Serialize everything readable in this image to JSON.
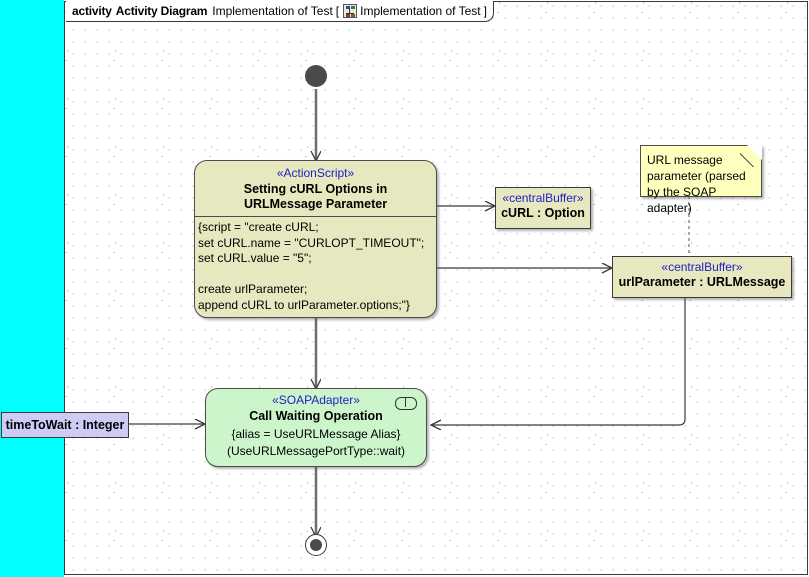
{
  "frame": {
    "keyword": "activity",
    "diagram_type": "Activity Diagram",
    "name": "Implementation of Test",
    "bracket_open": "[",
    "icon": "diagram-tree-icon",
    "context_name": "Implementation of Test",
    "bracket_close": "]"
  },
  "colors": {
    "selection_band": "#00ffff",
    "action_fill": "#e8e8c0",
    "soap_fill": "#ccf5cc",
    "buffer_fill": "#e8e8c0",
    "parameter_fill": "#ccccf7",
    "note_fill": "#ffffbe",
    "stereotype_text": "#2020c0",
    "border": "#4c4c4c"
  },
  "nodes": {
    "initial": {
      "name": "initial-node"
    },
    "final": {
      "name": "activity-final-node"
    },
    "action_script": {
      "stereotype": "«ActionScript»",
      "name": "Setting cURL Options in URLMessage Parameter",
      "body": "{script = \"create cURL;\nset cURL.name = \"CURLOPT_TIMEOUT\";\nset cURL.value = \"5\";\n\ncreate urlParameter;\nappend cURL to urlParameter.options;\"}"
    },
    "soap_adapter": {
      "stereotype": "«SOAPAdapter»",
      "name": "Call Waiting Operation",
      "line1": "{alias = UseURLMessage Alias}",
      "line2": "(UseURLMessagePortType::wait)",
      "icon": "pin-port-icon"
    },
    "buffer_curl": {
      "stereotype": "«centralBuffer»",
      "name": "cURL : Option"
    },
    "buffer_urlparameter": {
      "stereotype": "«centralBuffer»",
      "name": "urlParameter : URLMessage"
    },
    "parameter_timetowait": {
      "name": "timeToWait : Integer"
    },
    "note": {
      "text": "URL message parameter (parsed by the SOAP adapter)"
    }
  }
}
